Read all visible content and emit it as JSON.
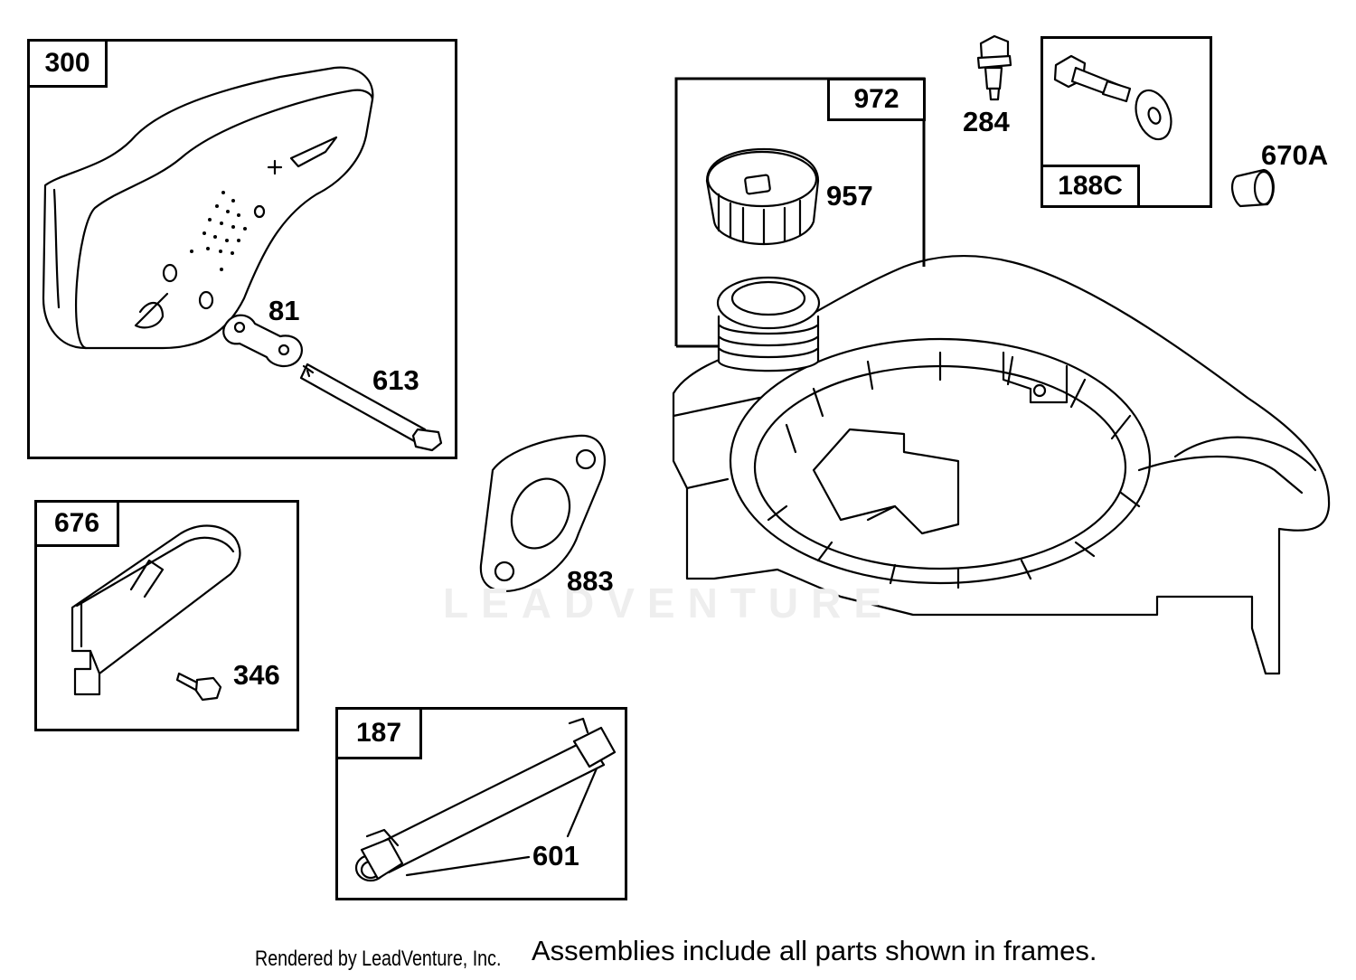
{
  "watermark": "LEADVENTURE",
  "frames": {
    "f300": "300",
    "f676": "676",
    "f187": "187",
    "f972": "972",
    "f188c": "188C"
  },
  "callouts": {
    "c81": "81",
    "c613": "613",
    "c346": "346",
    "c601": "601",
    "c957": "957",
    "c883": "883",
    "c284": "284",
    "c670a": "670A"
  },
  "footer": {
    "credit": "Rendered by LeadVenture, Inc.",
    "note": "Assemblies include all parts shown in frames."
  }
}
